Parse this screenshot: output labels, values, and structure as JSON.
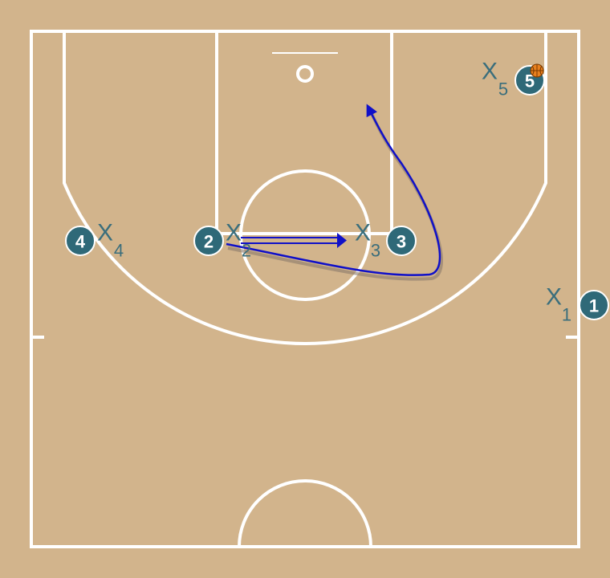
{
  "colors": {
    "court": "#D2B48C",
    "lines": "#FFFFFF",
    "offense_fill": "#2F6978",
    "defense_text": "#3A6E7C",
    "arrow": "#1010C8",
    "ball": "#E8801E"
  },
  "offense": [
    {
      "id": "1",
      "label": "1"
    },
    {
      "id": "2",
      "label": "2"
    },
    {
      "id": "3",
      "label": "3"
    },
    {
      "id": "4",
      "label": "4"
    },
    {
      "id": "5",
      "label": "5",
      "has_ball": true
    }
  ],
  "defense": [
    {
      "id": "1",
      "mark": "X",
      "sub": "1"
    },
    {
      "id": "2",
      "mark": "X",
      "sub": "2"
    },
    {
      "id": "3",
      "mark": "X",
      "sub": "3"
    },
    {
      "id": "4",
      "mark": "X",
      "sub": "4"
    },
    {
      "id": "5",
      "mark": "X",
      "sub": "5"
    }
  ],
  "actions": [
    {
      "type": "pass",
      "from": "2",
      "to": "3"
    },
    {
      "type": "cut",
      "player": "2"
    }
  ],
  "icons": {
    "ball": "basketball-icon"
  }
}
